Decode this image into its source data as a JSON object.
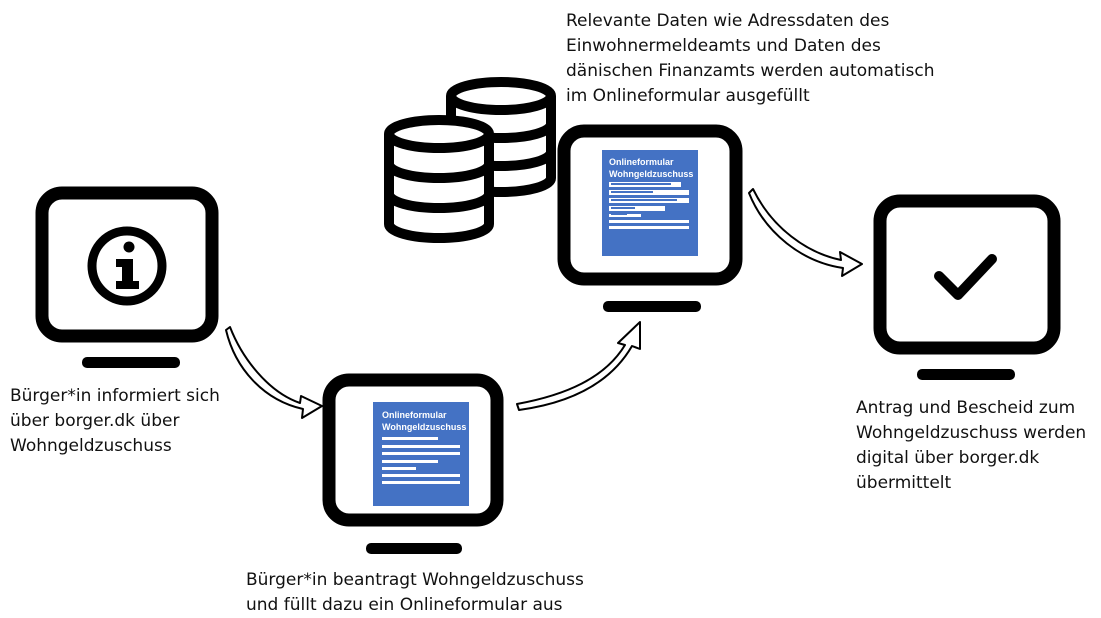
{
  "captions": {
    "info": [
      "Bürger*in informiert sich",
      "über borger.dk über",
      "Wohngeldzuschuss"
    ],
    "apply": [
      "Bürger*in beantragt Wohngeldzuschuss",
      "und füllt dazu ein Onlineformular aus"
    ],
    "data": [
      "Relevante Daten wie Adressdaten des",
      "Einwohnermeldeamts und Daten des",
      "dänischen Finanzamts werden automatisch",
      "im Onlineformular ausgefüllt"
    ],
    "done": [
      "Antrag und Bescheid zum",
      "Wohngeldzuschuss werden",
      "digital über borger.dk",
      "übermittelt"
    ]
  },
  "form": {
    "title_line1": "Onlineformular",
    "title_line2": "Wohngeldzuschuss"
  },
  "icons": {
    "info": "info-icon",
    "check": "checkmark-icon",
    "database": "database-icon",
    "arrow": "curved-arrow-icon",
    "monitor": "monitor-icon"
  },
  "colors": {
    "form_blue": "#4472c4",
    "stroke": "#000000",
    "text": "#111111"
  }
}
